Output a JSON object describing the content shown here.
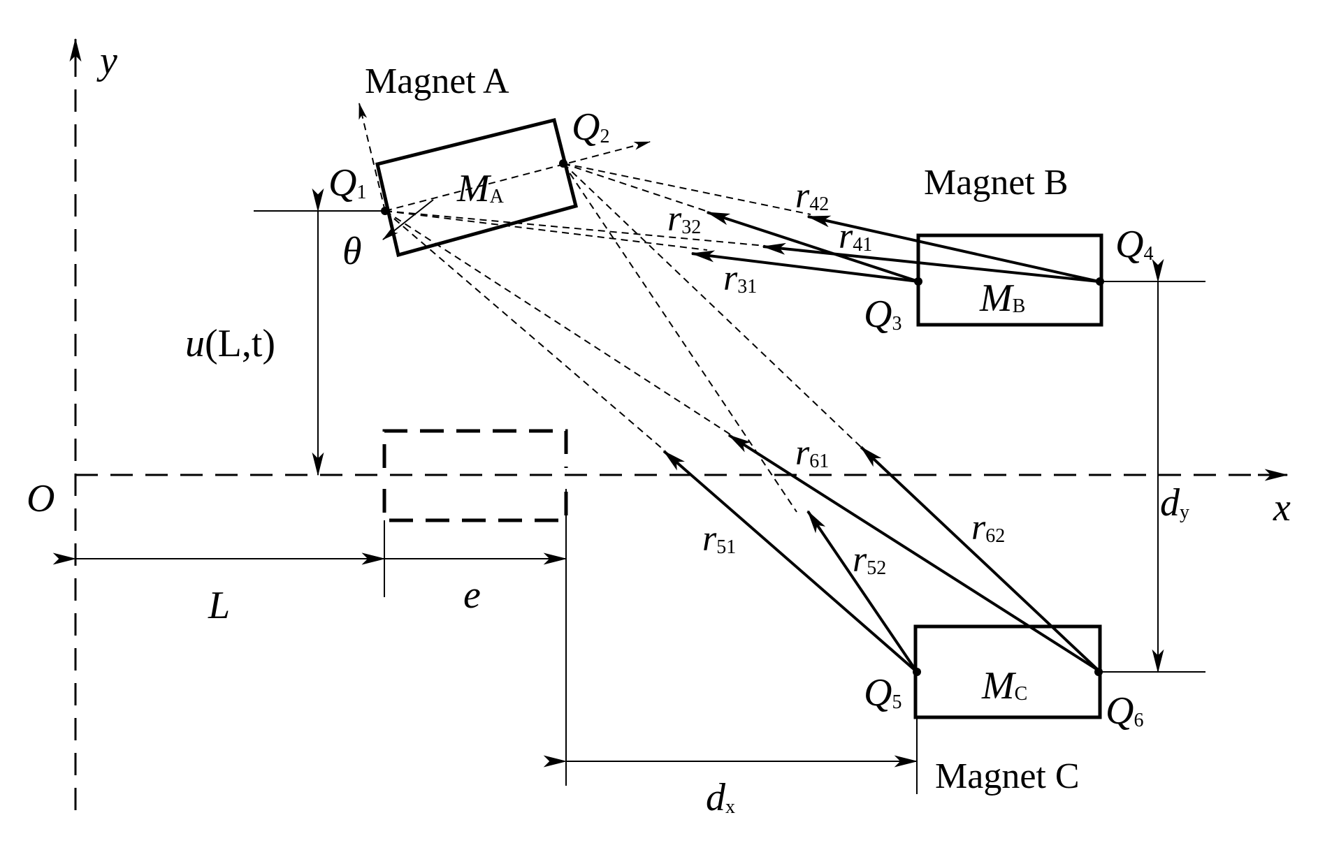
{
  "magnets": {
    "a": {
      "name": "Magnet A",
      "moment": "M",
      "moment_sub": "A"
    },
    "b": {
      "name": "Magnet B",
      "moment": "M",
      "moment_sub": "B"
    },
    "c": {
      "name": "Magnet C",
      "moment": "M",
      "moment_sub": "C"
    }
  },
  "charges": {
    "q1": {
      "sym": "Q",
      "sub": "1"
    },
    "q2": {
      "sym": "Q",
      "sub": "2"
    },
    "q3": {
      "sym": "Q",
      "sub": "3"
    },
    "q4": {
      "sym": "Q",
      "sub": "4"
    },
    "q5": {
      "sym": "Q",
      "sub": "5"
    },
    "q6": {
      "sym": "Q",
      "sub": "6"
    }
  },
  "vectors": {
    "r42": {
      "sym": "r",
      "sub": "42"
    },
    "r32": {
      "sym": "r",
      "sub": "32"
    },
    "r41": {
      "sym": "r",
      "sub": "41"
    },
    "r31": {
      "sym": "r",
      "sub": "31"
    },
    "r61": {
      "sym": "r",
      "sub": "61"
    },
    "r62": {
      "sym": "r",
      "sub": "62"
    },
    "r51": {
      "sym": "r",
      "sub": "51"
    },
    "r52": {
      "sym": "r",
      "sub": "52"
    }
  },
  "axes": {
    "x": "x",
    "y": "y",
    "origin": "O"
  },
  "dims": {
    "theta": "θ",
    "u_u": "u",
    "u_args": "(L,t)",
    "L": "L",
    "e": "e",
    "dx_sym": "d",
    "dx_sub": "x",
    "dy_sym": "d",
    "dy_sub": "y"
  }
}
